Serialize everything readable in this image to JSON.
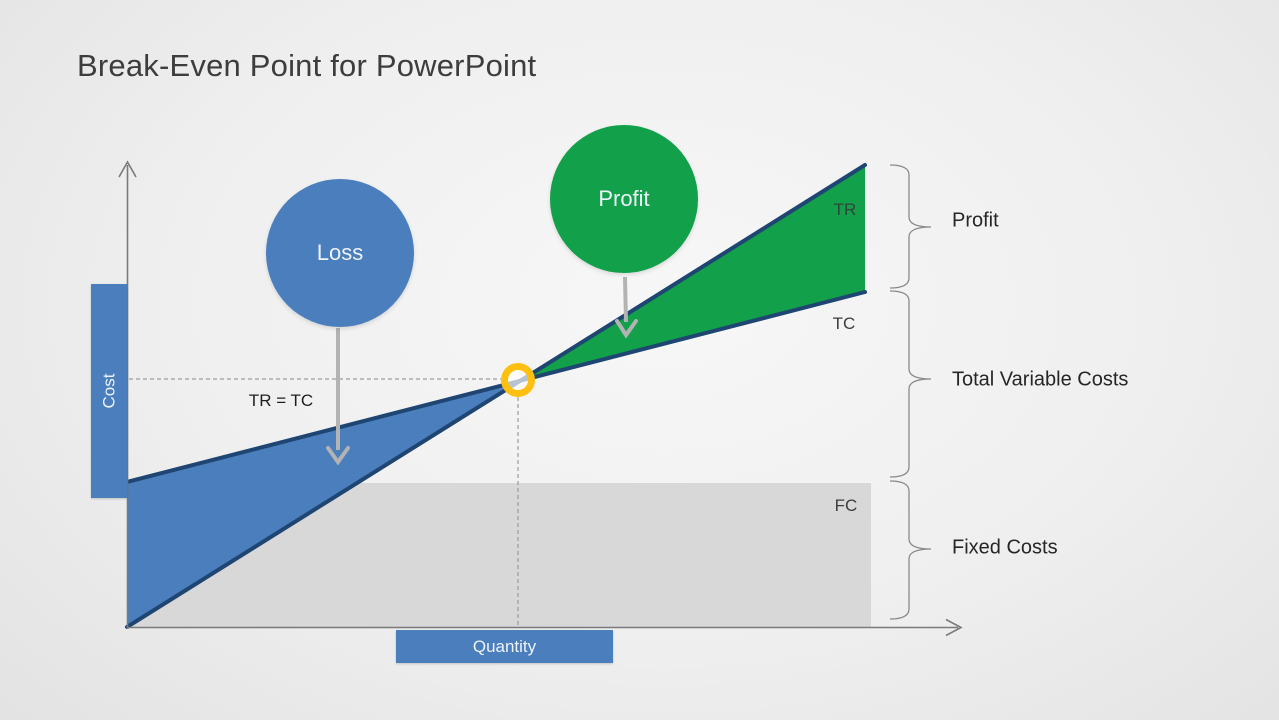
{
  "slide": {
    "title": "Break-Even Point for PowerPoint"
  },
  "chart": {
    "y_axis": {
      "label": "Cost"
    },
    "x_axis": {
      "label": "Quantity"
    },
    "loss_bubble": {
      "label": "Loss"
    },
    "profit_bubble": {
      "label": "Profit"
    },
    "break_even": {
      "label": "TR = TC"
    },
    "lines": {
      "total_revenue": {
        "label": "TR"
      },
      "total_cost": {
        "label": "TC"
      },
      "fixed_cost": {
        "label": "FC"
      }
    }
  },
  "brackets": {
    "profit": {
      "label": "Profit"
    },
    "total_variable_costs": {
      "label": "Total Variable Costs"
    },
    "fixed_costs": {
      "label": "Fixed Costs"
    }
  },
  "colors": {
    "brand_blue": "#4a7ebc",
    "brand_green": "#12a04a",
    "line_navy": "#1f4572",
    "fixed_cost_gray": "#d8d8d8",
    "break_even_gold": "#fdc010",
    "arrow_gray": "#b3b3b3",
    "axis_gray": "#7a7a7a",
    "dash_gray": "#9d9d9d",
    "bracket_gray": "#8a8a8a"
  }
}
